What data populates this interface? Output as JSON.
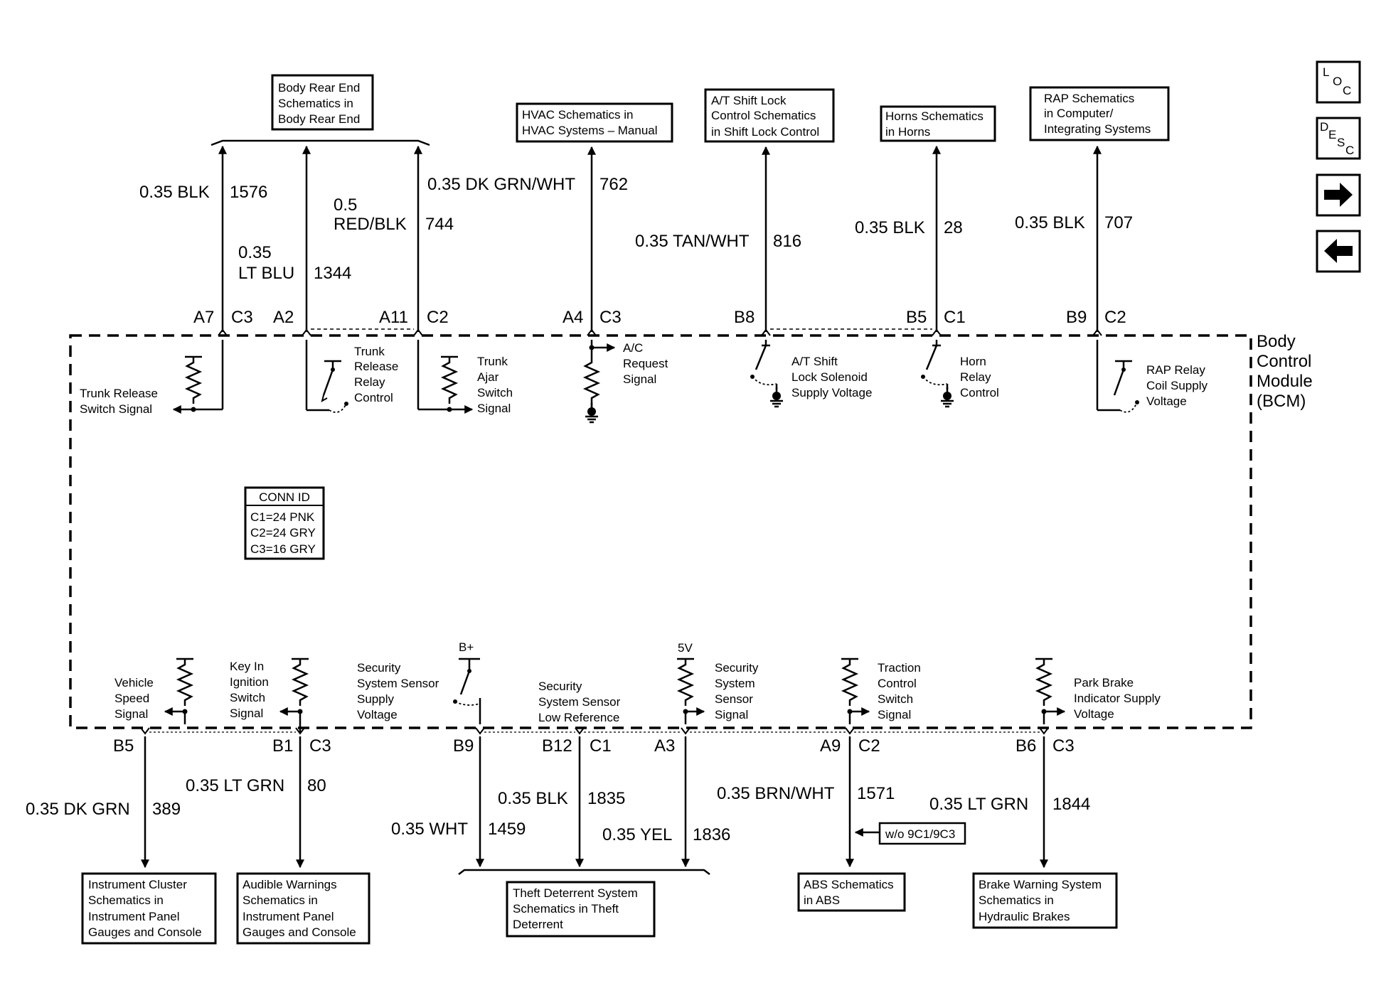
{
  "module": {
    "lines": [
      "Body",
      "Control",
      "Module",
      "(BCM)"
    ]
  },
  "conn_id": {
    "title": "CONN ID",
    "lines": [
      "C1=24 PNK",
      "C2=24 GRY",
      "C3=16 GRY"
    ]
  },
  "nav": {
    "loc": [
      "L",
      "O",
      "C"
    ],
    "desc": [
      "D",
      "E",
      "S",
      "C"
    ],
    "next": "→",
    "prev": "←"
  },
  "top_boxes": {
    "body_rear": [
      "Body Rear End",
      "Schematics in",
      "Body Rear End"
    ],
    "hvac": [
      "HVAC Schematics in",
      "HVAC Systems – Manual"
    ],
    "shift_lock": [
      "A/T Shift Lock",
      "Control Schematics",
      "in Shift Lock Control"
    ],
    "horns": [
      "Horns Schematics",
      "in Horns"
    ],
    "rap": [
      "RAP Schematics",
      "in Computer/",
      "Integrating Systems"
    ]
  },
  "bottom_boxes": {
    "cluster": [
      "Instrument Cluster",
      "Schematics in",
      "Instrument Panel",
      "Gauges and Console"
    ],
    "audible": [
      "Audible Warnings",
      "Schematics in",
      "Instrument Panel",
      "Gauges and Console"
    ],
    "theft": [
      "Theft Deterrent System",
      "Schematics in Theft",
      "Deterrent"
    ],
    "abs": [
      "ABS Schematics",
      "in ABS"
    ],
    "brake": [
      "Brake Warning System",
      "Schematics in",
      "Hydraulic Brakes"
    ],
    "option": "w/o 9C1/9C3"
  },
  "top_wires": {
    "w1576": {
      "gauge": "0.35 BLK",
      "circuit": "1576"
    },
    "w1344": {
      "gauge": [
        "0.35",
        "LT BLU"
      ],
      "circuit": "1344"
    },
    "w744": {
      "gauge": [
        "0.5",
        "RED/BLK"
      ],
      "circuit": "744"
    },
    "w762": {
      "gauge": "0.35 DK GRN/WHT",
      "circuit": "762"
    },
    "w816": {
      "gauge": "0.35 TAN/WHT",
      "circuit": "816"
    },
    "w28": {
      "gauge": "0.35 BLK",
      "circuit": "28"
    },
    "w707": {
      "gauge": "0.35 BLK",
      "circuit": "707"
    }
  },
  "top_pins": {
    "p1": [
      "A7",
      "C3"
    ],
    "p2": [
      "A2"
    ],
    "p3": [
      "A11",
      "C2"
    ],
    "p4": [
      "A4",
      "C3"
    ],
    "p5": [
      "B8"
    ],
    "p6": [
      "B5",
      "C1"
    ],
    "p7": [
      "B9",
      "C2"
    ]
  },
  "top_signals": {
    "trunk_release_sw": [
      "Trunk Release",
      "Switch Signal"
    ],
    "trunk_relay": [
      "Trunk",
      "Release",
      "Relay",
      "Control"
    ],
    "trunk_ajar": [
      "Trunk",
      "Ajar",
      "Switch",
      "Signal"
    ],
    "ac_request": [
      "A/C",
      "Request",
      "Signal"
    ],
    "shift_solenoid": [
      "A/T Shift",
      "Lock Solenoid",
      "Supply Voltage"
    ],
    "horn_relay": [
      "Horn",
      "Relay",
      "Control"
    ],
    "rap_relay": [
      "RAP Relay",
      "Coil Supply",
      "Voltage"
    ]
  },
  "bottom_signals": {
    "vehicle_speed": [
      "Vehicle",
      "Speed",
      "Signal"
    ],
    "key_in": [
      "Key In",
      "Ignition",
      "Switch",
      "Signal"
    ],
    "sec_supply": [
      "Security",
      "System Sensor",
      "Supply",
      "Voltage"
    ],
    "sec_low_ref": [
      "Security",
      "System Sensor",
      "Low Reference"
    ],
    "sec_signal": [
      "Security",
      "System",
      "Sensor",
      "Signal"
    ],
    "traction": [
      "Traction",
      "Control",
      "Switch",
      "Signal"
    ],
    "park_brake": [
      "Park Brake",
      "Indicator Supply",
      "Voltage"
    ],
    "bplus": "B+",
    "fivev": "5V"
  },
  "bottom_pins": {
    "q1": [
      "B5"
    ],
    "q2": [
      "B1",
      "C3"
    ],
    "q3": [
      "B9"
    ],
    "q4": [
      "B12",
      "C1"
    ],
    "q5": [
      "A3"
    ],
    "q6": [
      "A9",
      "C2"
    ],
    "q7": [
      "B6",
      "C3"
    ]
  },
  "bottom_wires": {
    "w389": {
      "gauge": "0.35 DK GRN",
      "circuit": "389"
    },
    "w80": {
      "gauge": "0.35 LT GRN",
      "circuit": "80"
    },
    "w1459": {
      "gauge": "0.35 WHT",
      "circuit": "1459"
    },
    "w1835": {
      "gauge": "0.35 BLK",
      "circuit": "1835"
    },
    "w1836": {
      "gauge": "0.35 YEL",
      "circuit": "1836"
    },
    "w1571": {
      "gauge": "0.35 BRN/WHT",
      "circuit": "1571"
    },
    "w1844": {
      "gauge": "0.35 LT GRN",
      "circuit": "1844"
    }
  }
}
